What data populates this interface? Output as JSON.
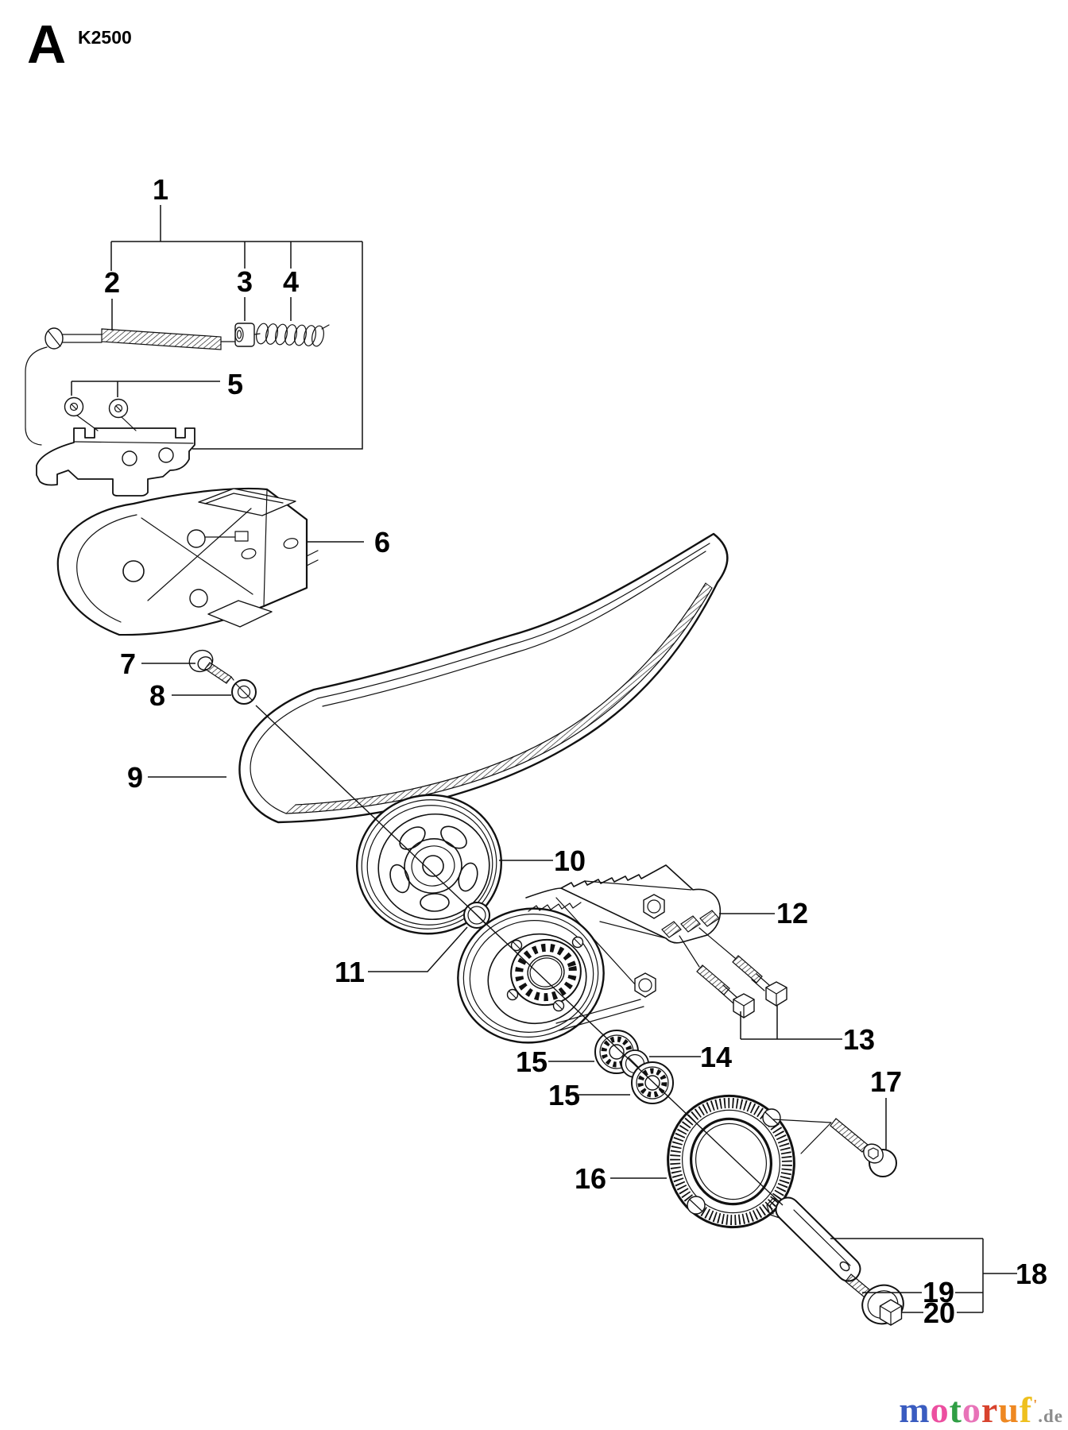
{
  "page": {
    "section_letter": "A",
    "model": "K2500"
  },
  "callouts": {
    "c1": "1",
    "c2": "2",
    "c3": "3",
    "c4": "4",
    "c5": "5",
    "c6": "6",
    "c7": "7",
    "c8": "8",
    "c9": "9",
    "c10": "10",
    "c11": "11",
    "c12": "12",
    "c13": "13",
    "c14": "14",
    "c15a": "15",
    "c15b": "15",
    "c16": "16",
    "c17": "17",
    "c18": "18",
    "c19": "19",
    "c20": "20"
  },
  "diagram": {
    "line_color": "#111111",
    "background": "#ffffff"
  },
  "watermark": {
    "word": [
      {
        "ch": "m",
        "color": "#3a5cc0"
      },
      {
        "ch": "o",
        "color": "#ec4fa0"
      },
      {
        "ch": "t",
        "color": "#2f9e44"
      },
      {
        "ch": "o",
        "color": "#e873b8"
      },
      {
        "ch": "r",
        "color": "#d8432e"
      },
      {
        "ch": "u",
        "color": "#ee8822"
      },
      {
        "ch": "f",
        "color": "#eec01e"
      }
    ],
    "tick": "'",
    "tick_color": "#e8882a",
    "tld": ".de",
    "tld_color": "#8c8c8c"
  }
}
